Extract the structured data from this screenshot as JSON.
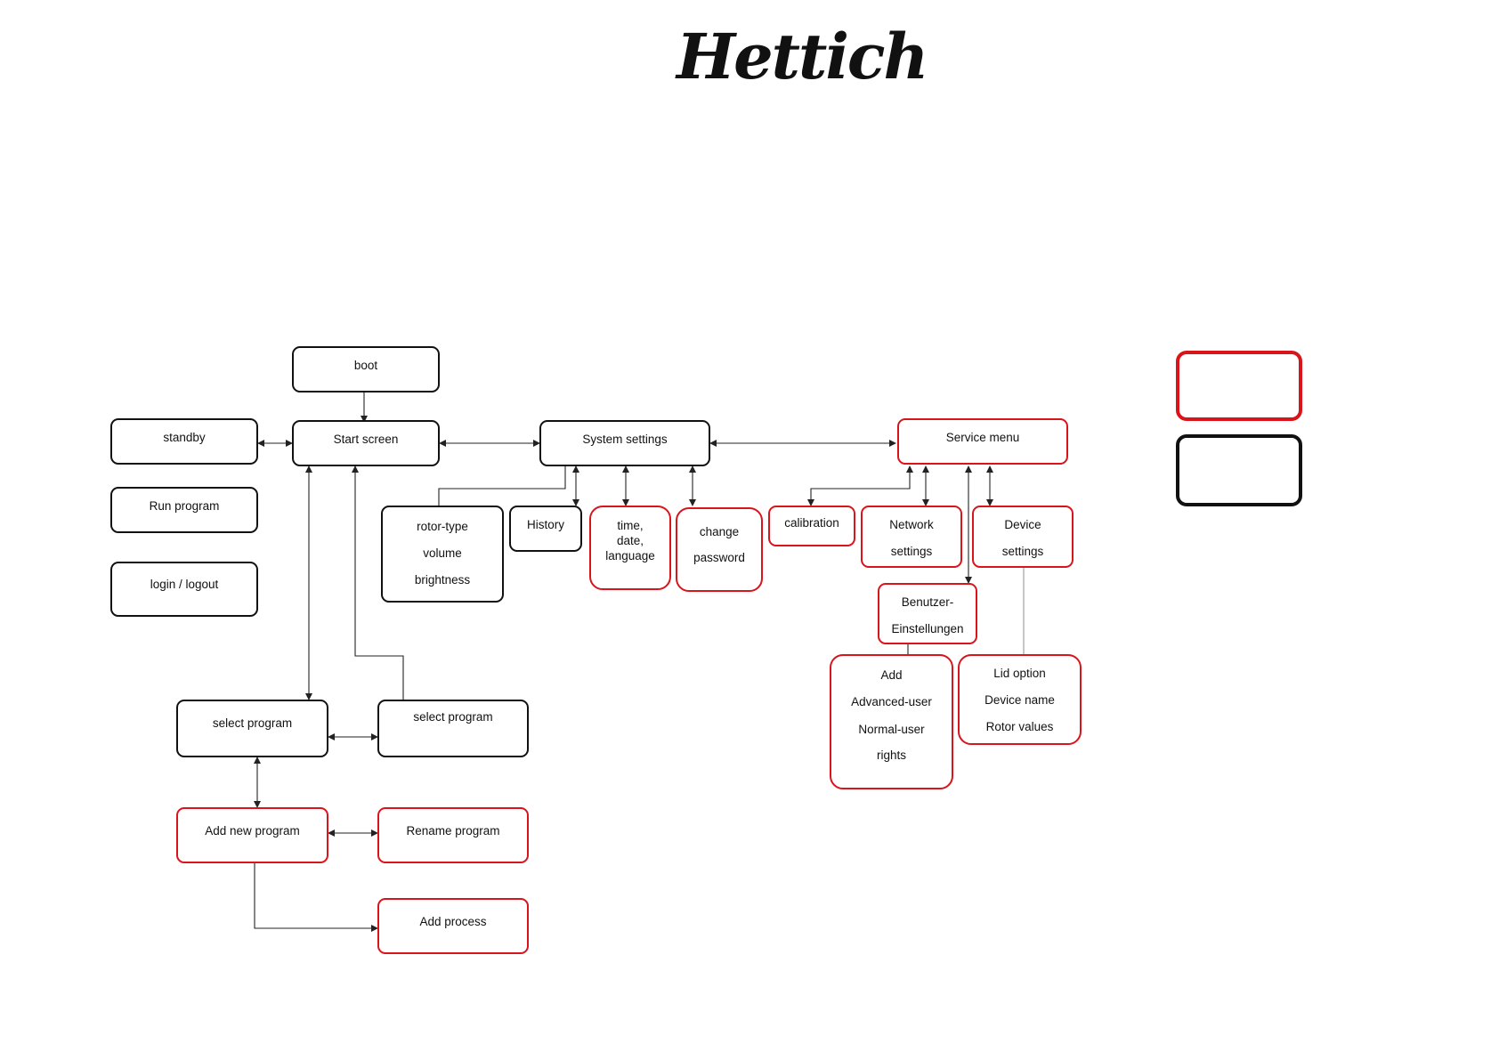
{
  "logo": {
    "text": "Hettich"
  },
  "colors": {
    "service_border": "#d9141b",
    "user_border": "#111111"
  },
  "nodes": {
    "boot": [
      "boot"
    ],
    "start_screen": [
      "Start screen"
    ],
    "standby": [
      "standby"
    ],
    "run_program": [
      "Run program"
    ],
    "login_logout": [
      "login / logout"
    ],
    "system_settings": [
      "System settings"
    ],
    "rotor_type": [
      "rotor-type",
      "volume",
      "brightness"
    ],
    "history": [
      "History"
    ],
    "time_date": [
      "time,",
      "date,",
      "language"
    ],
    "change_password": [
      "change",
      "password"
    ],
    "service_menu": [
      "Service menu"
    ],
    "calibration": [
      "calibration"
    ],
    "network_settings": [
      "Network",
      "settings"
    ],
    "device_settings": [
      "Device",
      "settings"
    ],
    "benutzer": [
      "Benutzer-",
      "Einstellungen"
    ],
    "add_users": [
      "Add",
      "Advanced-user",
      "Normal-user",
      "rights"
    ],
    "lid_option": [
      "Lid option",
      "Device name",
      "Rotor values"
    ],
    "select_program_1": [
      "select program"
    ],
    "select_program_2": [
      "select program"
    ],
    "add_new_program": [
      "Add new program"
    ],
    "rename_program": [
      "Rename program"
    ],
    "add_process": [
      "Add process"
    ]
  }
}
